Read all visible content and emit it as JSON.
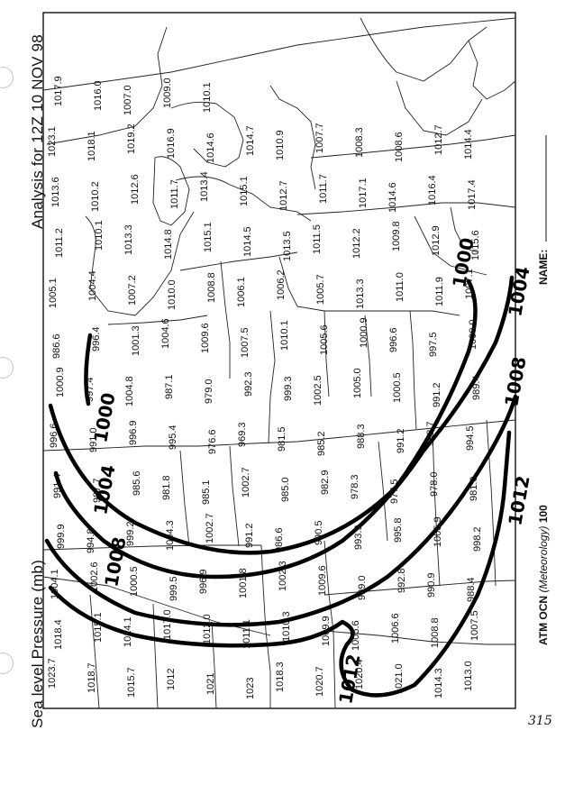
{
  "map": {
    "title_left": "Sea level Pressure (mb)",
    "title_right": "Analysis for 12Z 10 NOV 98",
    "footer_course": "ATM OCN",
    "footer_dept": "(Meteorology)",
    "footer_number": "100",
    "name_label": "NAME:",
    "page_number": "315"
  },
  "colors": {
    "ink": "#111111",
    "paper": "#ffffff",
    "hole_border": "#c8c8c8"
  },
  "isobar_labels": [
    "1000",
    "1004",
    "1008",
    "1012",
    "1000",
    "1004",
    "1008",
    "1012",
    "1012"
  ],
  "station_values": [
    "1023.7",
    "1018.7",
    "1015.7",
    "1012",
    "1021",
    "1023",
    "1018.3",
    "1020.7",
    "1020.4",
    "1021.0",
    "1014.3",
    "1013.0",
    "1018.4",
    "1015.1",
    "1014.1",
    "1017.0",
    "1012.0",
    "1011.1",
    "1010.3",
    "1009.9",
    "1005.6",
    "1006.6",
    "1008.8",
    "1007.5",
    "1004.1",
    "1002.6",
    "1000.5",
    "999.5",
    "996.9",
    "1001.8",
    "1002.3",
    "1009.6",
    "999.0",
    "992.8",
    "990.9",
    "988.4",
    "999.9",
    "994.8",
    "999.2",
    "1004.3",
    "1002.7",
    "991.2",
    "986.6",
    "990.5",
    "993.9",
    "995.8",
    "1005.9",
    "998.2",
    "991.4",
    "987.7",
    "985.6",
    "981.8",
    "985.1",
    "1002.7",
    "985.0",
    "982.9",
    "978.3",
    "977.5",
    "978.0",
    "981.0",
    "996.6",
    "991.0",
    "996.9",
    "995.4",
    "976.6",
    "969.3",
    "981.5",
    "985.2",
    "988.3",
    "991.2",
    "998.7",
    "994.5",
    "1000.9",
    "997.4",
    "1004.8",
    "987.1",
    "979.0",
    "992.3",
    "999.3",
    "1002.5",
    "1005.0",
    "1000.5",
    "991.2",
    "989.4",
    "986.6",
    "996.4",
    "1001.3",
    "1004.6",
    "1009.6",
    "1007.5",
    "1010.1",
    "1005.6",
    "1000.9",
    "996.6",
    "997.5",
    "1000.0",
    "1005.1",
    "1004.4",
    "1007.2",
    "1010.0",
    "1008.8",
    "1006.1",
    "1006.2",
    "1005.7",
    "1013.3",
    "1011.0",
    "1011.9",
    "1007.1",
    "1011.2",
    "1010.1",
    "1013.3",
    "1014.8",
    "1015.1",
    "1014.5",
    "1013.5",
    "1011.5",
    "1012.2",
    "1009.8",
    "1012.9",
    "1015.6",
    "1013.6",
    "1010.2",
    "1012.6",
    "1011.7",
    "1013.4",
    "1015.1",
    "1012.7",
    "1011.7",
    "1017.1",
    "1014.6",
    "1016.4",
    "1017.4",
    "1023.1",
    "1018.1",
    "1019.2",
    "1016.9",
    "1014.6",
    "1014.7",
    "1010.9",
    "1007.7",
    "1008.3",
    "1008.6",
    "1012.7",
    "1014.4",
    "1017.9",
    "1016.0",
    "1007.0",
    "1009.0",
    "1010.1"
  ]
}
